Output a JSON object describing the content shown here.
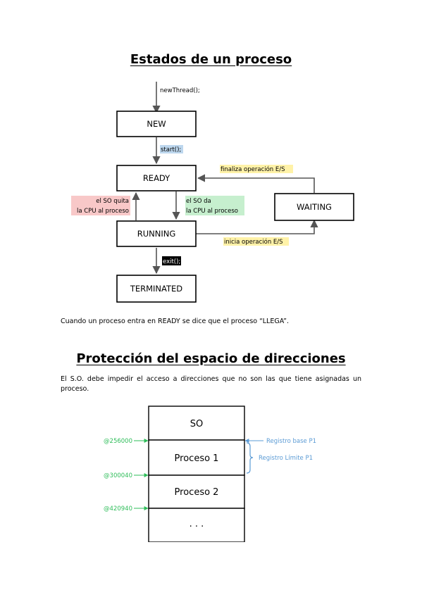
{
  "section1": {
    "title": "Estados de un proceso",
    "states": [
      "NEW",
      "READY",
      "RUNNING",
      "WAITING",
      "TERMINATED"
    ],
    "labels": {
      "new_thread": "newThread();",
      "start": "start();",
      "exit": "exit();",
      "finaliza": "finaliza operación E/S",
      "inicia": "inicia operación E/S",
      "so_quita_1": "el SO quita",
      "so_quita_2": "la CPU al proceso",
      "so_da_1": "el SO da",
      "so_da_2": "la CPU al proceso"
    },
    "note": "Cuando un proceso entra en READY se dice que el proceso “LLEGA”.",
    "colors": {
      "start_bg": "#bdd7ee",
      "exit_bg": "#000000",
      "finaliza_bg": "#fff2a8",
      "inicia_bg": "#fff2a8",
      "quita_bg": "#f8c8c8",
      "da_bg": "#c6efce"
    }
  },
  "section2": {
    "title": "Protección del espacio de direcciones",
    "paragraph": "El S.O. debe impedir el acceso a direcciones que no son las que tiene asignadas un proceso.",
    "memory_blocks": [
      "SO",
      "Proceso 1",
      "Proceso 2",
      "· · ·"
    ],
    "addresses": [
      "@256000",
      "@300040",
      "@420940"
    ],
    "registers": {
      "base": "Registro base P1",
      "limit": "Registro Límite P1"
    },
    "colors": {
      "address": "#2ebd59",
      "register": "#5b9bd5"
    }
  }
}
